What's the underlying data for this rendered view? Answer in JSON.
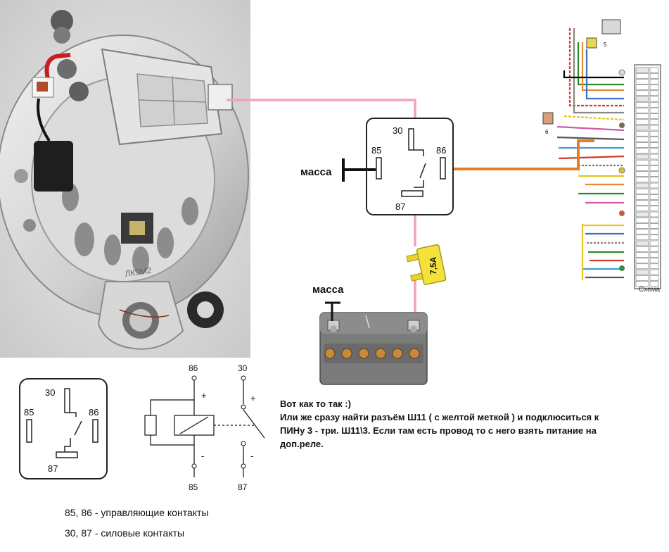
{
  "labels": {
    "massa_relay": "масса",
    "massa_battery": "масса",
    "fuse": "7,5A",
    "alternator_marking": "ЛК9М2",
    "relay_main": {
      "p30": "30",
      "p85": "85",
      "p86": "86",
      "p87": "87"
    },
    "relay_small": {
      "p30": "30",
      "p85": "85",
      "p86": "86",
      "p87": "87"
    },
    "schematic": {
      "top86": "86",
      "top30": "30",
      "bot85": "85",
      "bot87": "87",
      "plus": "+",
      "minus": "-",
      "plus2": "+",
      "minus2": "-"
    },
    "wiring": {
      "item5": "5",
      "item6": "6",
      "footer": "Схема"
    }
  },
  "note": [
    "Вот как то так :)",
    "Или же сразу найти разъём Ш11 ( с желтой меткой ) и подклюситься к",
    "ПИНу 3 - три. Ш11\\3. Если там есть провод то с него взять питание на",
    "доп.реле."
  ],
  "legend": [
    "85, 86 - управляющие контакты",
    "30, 87 - силовые контакты"
  ],
  "colors": {
    "pink_wire": "#f2a0c0",
    "orange_wire": "#ee7a22",
    "fuse": "#f4e23a"
  }
}
